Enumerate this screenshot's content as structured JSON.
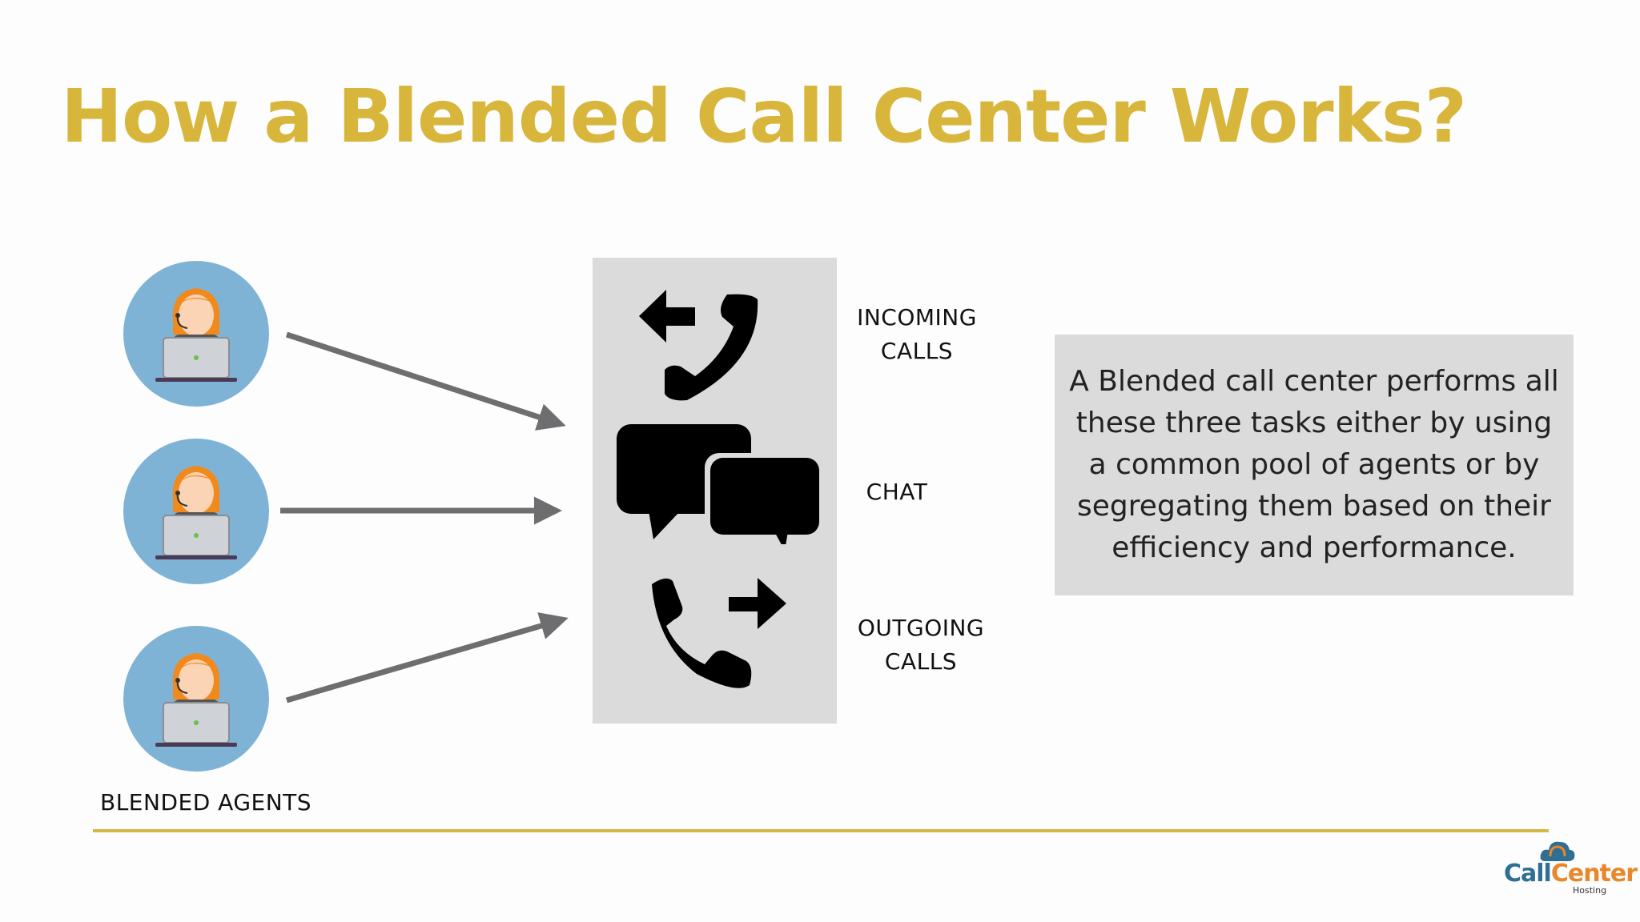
{
  "title": "How a Blended Call Center Works?",
  "agents": {
    "label": "BLENDED AGENTS",
    "count": 3,
    "icon": "agent-with-headset-laptop-icon"
  },
  "channels": [
    {
      "label": "INCOMING\nCALLS",
      "icon": "incoming-call-icon"
    },
    {
      "label": "CHAT",
      "icon": "chat-bubbles-icon"
    },
    {
      "label": "OUTGOING\nCALLS",
      "icon": "outgoing-call-icon"
    }
  ],
  "description": "A Blended call center performs all these three tasks either by using a common pool of agents or by segregating them based on their efficiency and performance.",
  "logo": {
    "part1": "Call",
    "part2": "Center",
    "sub": "Hosting"
  },
  "colors": {
    "title": "#d8b63c",
    "accent_line": "#d4b846",
    "panel": "#dcdbdc",
    "agent_circle": "#7fb3d6",
    "arrow": "#6e6e70",
    "logo_blue": "#2f6f93",
    "logo_orange": "#e8872c"
  }
}
